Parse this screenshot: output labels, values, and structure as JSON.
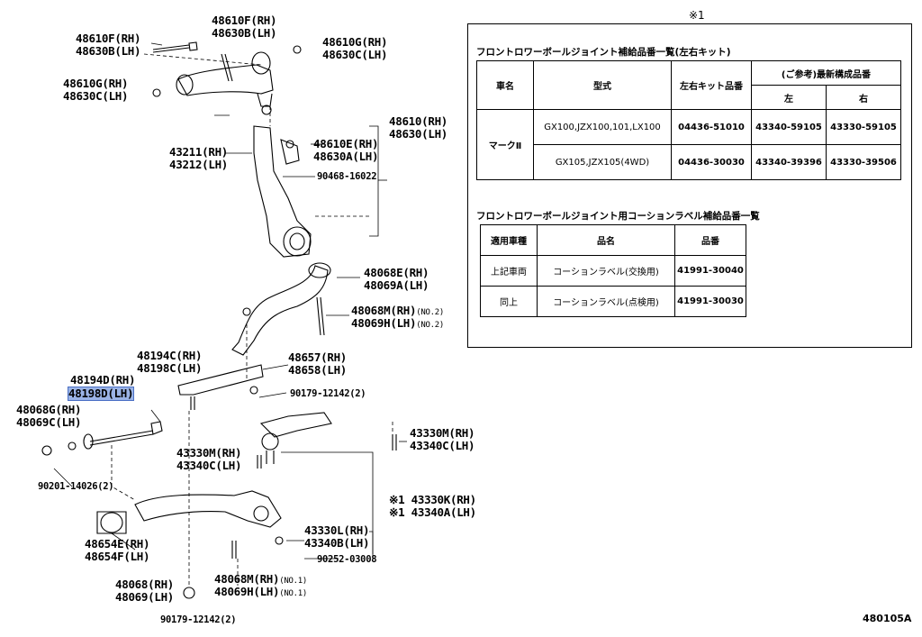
{
  "ref_mark": "※1",
  "figure_code": "480105A",
  "labels": {
    "l48610f": "48610F(RH)\n48630B(LH)",
    "l48610f_b": "48610F(RH)\n48630B(LH)",
    "l48610g": "48610G(RH)\n48630C(LH)",
    "l48610g_b": "48610G(RH)\n48630C(LH)",
    "l48610": "48610(RH)\n48630(LH)",
    "l43211": "43211(RH)\n43212(LH)",
    "l48610e": "48610E(RH)\n48630A(LH)",
    "l90468": "90468-16022",
    "l48068e": "48068E(RH)\n48069A(LH)",
    "l48068m_a": "48068M(RH)",
    "l48069h_a": "48069H(LH)",
    "no2a": "(NO.2)",
    "no2b": "(NO.2)",
    "l48194c": "48194C(RH)\n48198C(LH)",
    "l48657": "48657(RH)\n48658(LH)",
    "l48194d": "48194D(RH)",
    "l48198d": "48198D(LH)",
    "l90179a": "90179-12142(2)",
    "l48068g": "48068G(RH)\n48069C(LH)",
    "l43330m_r": "43330M(RH)\n43340C(LH)",
    "l43330m_c": "43330M(RH)\n43340C(LH)",
    "l90201": "90201-14026(2)",
    "l43330k": "※1 43330K(RH)\n※1 43340A(LH)",
    "l48654e": "48654E(RH)\n48654F(LH)",
    "l43330l": "43330L(RH)\n43340B(LH)",
    "l90252": "90252-03008",
    "l48068": "48068(RH)\n48069(LH)",
    "l48068m_b": "48068M(RH)",
    "l48069h_b": "48069H(LH)",
    "no1a": "(NO.1)",
    "no1b": "(NO.1)",
    "l90179b": "90179-12142(2)"
  },
  "table1": {
    "title": "フロントロワーボールジョイント補給品番一覧(左右キット)",
    "h_vehicle": "車名",
    "h_model": "型式",
    "h_kit": "左右キット品番",
    "h_ref": "(ご参考)最新構成品番",
    "h_left": "左",
    "h_right": "右",
    "vehicle": "マークⅡ",
    "rows": [
      {
        "model": "GX100,JZX100,101,LX100",
        "kit": "04436-51010",
        "left": "43340-59105",
        "right": "43330-59105"
      },
      {
        "model": "GX105,JZX105(4WD)",
        "kit": "04436-30030",
        "left": "43340-39396",
        "right": "43330-39506"
      }
    ]
  },
  "table2": {
    "title": "フロントロワーボールジョイント用コーションラベル補給品番一覧",
    "h_applicable": "適用車種",
    "h_name": "品名",
    "h_part": "品番",
    "rows": [
      {
        "applicable": "上記車両",
        "name": "コーションラベル(交換用)",
        "part": "41991-30040"
      },
      {
        "applicable": "同上",
        "name": "コーションラベル(点検用)",
        "part": "41991-30030"
      }
    ]
  }
}
